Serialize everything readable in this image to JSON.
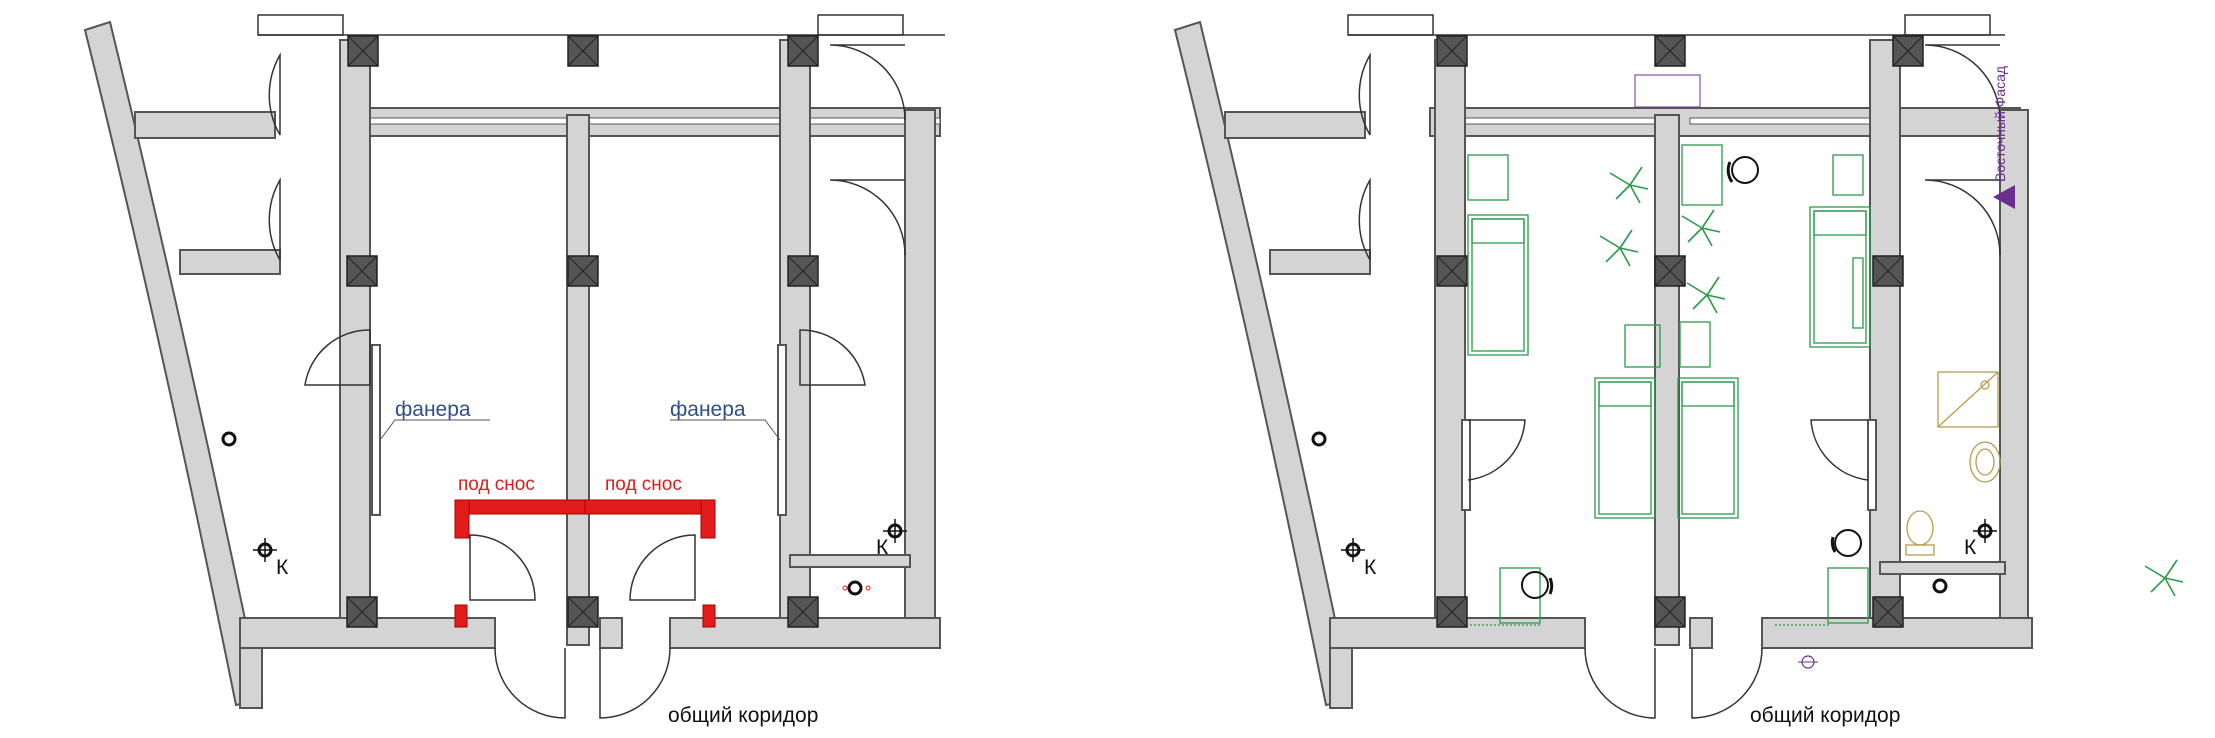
{
  "colors": {
    "wall_fill": "#d4d4d4",
    "wall_stroke": "#555555",
    "column_fill": "#555555",
    "line": "#333333",
    "demolish": "#e21b1b",
    "label_blue": "#2d4f8c",
    "label_red": "#d42020",
    "furniture": "#2a9a4a",
    "plumbing": "#b79a50",
    "marker_purple": "#6b2d8f"
  },
  "left_plan": {
    "partition_label_left": "фанера",
    "partition_label_right": "фанера",
    "demolish_label_left": "под снос",
    "demolish_label_right": "под снос",
    "riser_label": "К",
    "corridor_label": "общий коридор"
  },
  "right_plan": {
    "riser_label": "К",
    "facade_label": "Восточный Фасад",
    "corridor_label": "общий коридор"
  },
  "icons": [
    "plant-icon",
    "chair-icon",
    "toilet-icon",
    "sink-icon",
    "shower-icon",
    "view-marker-icon"
  ]
}
